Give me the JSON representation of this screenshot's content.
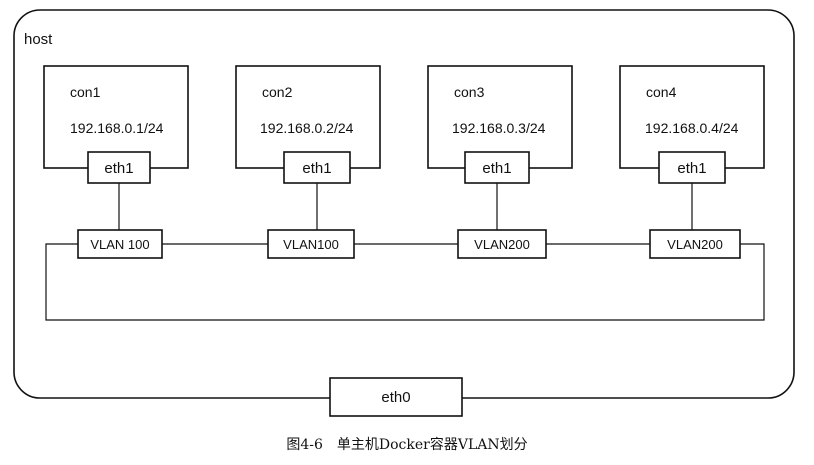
{
  "host": {
    "label": "host"
  },
  "containers": [
    {
      "name": "con1",
      "ip": "192.168.0.1/24",
      "iface": "eth1",
      "vlan": "VLAN 100"
    },
    {
      "name": "con2",
      "ip": "192.168.0.2/24",
      "iface": "eth1",
      "vlan": "VLAN100"
    },
    {
      "name": "con3",
      "ip": "192.168.0.3/24",
      "iface": "eth1",
      "vlan": "VLAN200"
    },
    {
      "name": "con4",
      "ip": "192.168.0.4/24",
      "iface": "eth1",
      "vlan": "VLAN200"
    }
  ],
  "host_iface": {
    "label": "eth0"
  },
  "caption": "图4-6　单主机Docker容器VLAN划分"
}
